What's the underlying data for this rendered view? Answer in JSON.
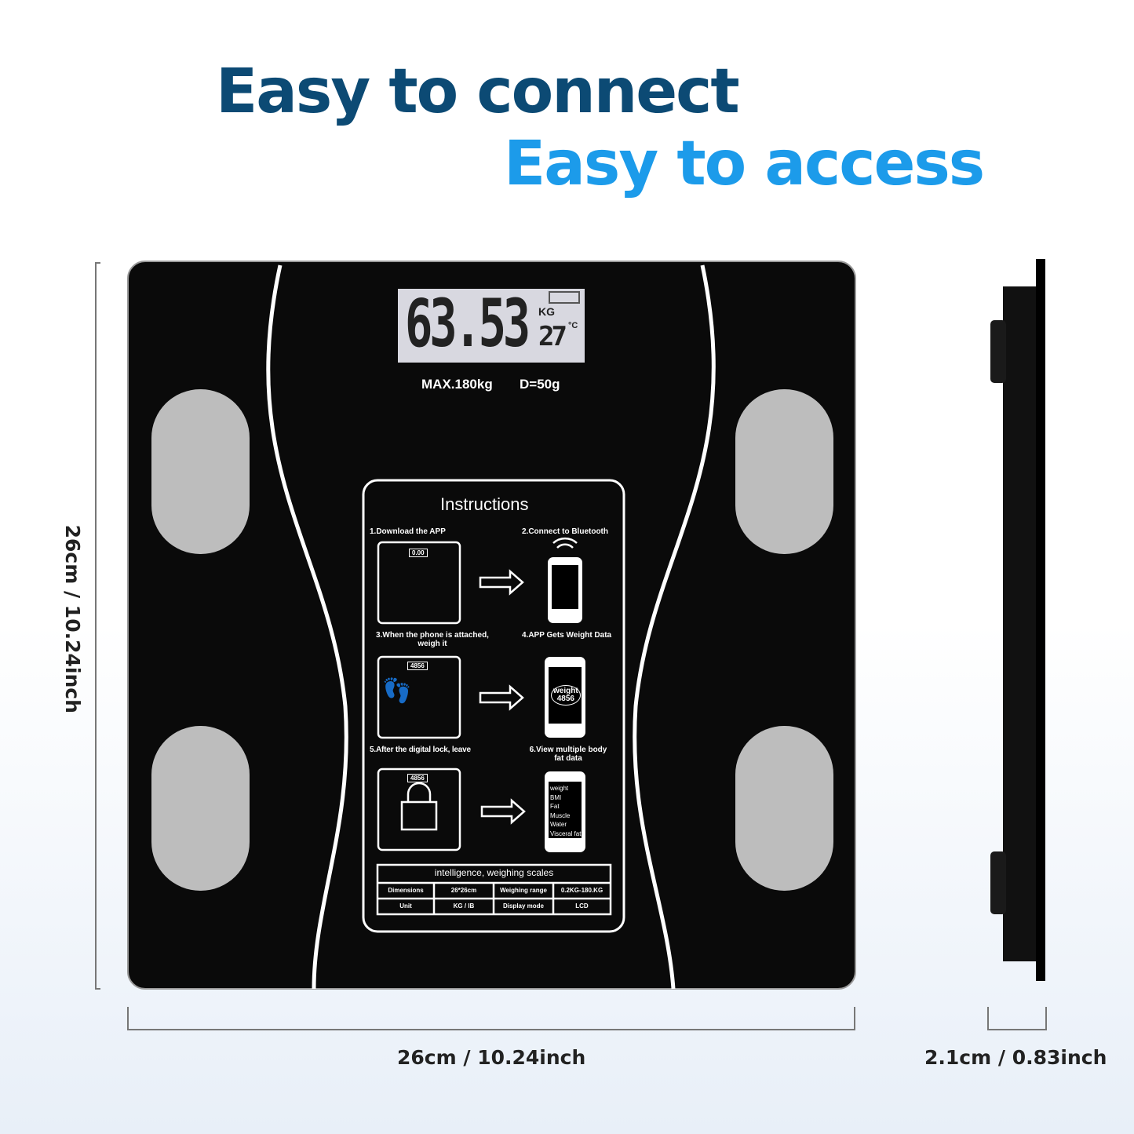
{
  "headline": {
    "line1": "Easy to connect",
    "line2": "Easy to access"
  },
  "colors": {
    "line1": "#0c4a74",
    "line2": "#1c9bea",
    "scale_body": "#0a0a0a",
    "pads": "#bdbdbd"
  },
  "display": {
    "weight": "63.53",
    "unit": "KG",
    "temp": "27",
    "temp_unit": "°C"
  },
  "specs_print": {
    "max": "MAX.180kg",
    "division": "D=50g"
  },
  "instructions": {
    "title": "Instructions",
    "steps": [
      "1.Download the APP",
      "2.Connect to Bluetooth",
      "3.When the phone is attached, weigh it",
      "4.APP Gets Weight Data",
      "5.After the digital lock, leave",
      "6.View multiple body fat data"
    ],
    "mini_display": [
      "0.00",
      "4856",
      "4856"
    ],
    "phone_weight": {
      "label": "weight",
      "value": "4856"
    },
    "phone_list": [
      "weight",
      "BMI",
      "Fat",
      "Muscle",
      "Water",
      "Visceral fat"
    ],
    "table": {
      "title": "intelligence, weighing scales",
      "rows": [
        [
          "Dimensions",
          "26*26cm",
          "Weighing range",
          "0.2KG-180.KG"
        ],
        [
          "Unit",
          "KG / IB",
          "Display mode",
          "LCD"
        ]
      ]
    }
  },
  "dimensions": {
    "height": "26cm / 10.24inch",
    "width": "26cm / 10.24inch",
    "thickness": "2.1cm / 0.83inch"
  }
}
